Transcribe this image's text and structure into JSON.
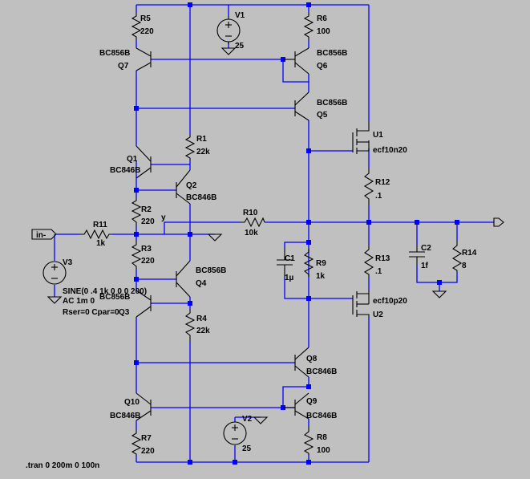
{
  "labels": {
    "R5": "R5",
    "R5v": "220",
    "V1": "V1",
    "V1v": "25",
    "R6": "R6",
    "R6v": "100",
    "Q7t": "BC856B",
    "Q7": "Q7",
    "Q6t": "BC856B",
    "Q6": "Q6",
    "Q5t": "BC856B",
    "Q5": "Q5",
    "R1": "R1",
    "R1v": "22k",
    "U1": "U1",
    "U1v": "ecf10n20",
    "Q1": "Q1",
    "Q1t": "BC846B",
    "Q2": "Q2",
    "Q2t": "BC846B",
    "R12": "R12",
    "R12v": ".1",
    "R2": "R2",
    "R2v": "220",
    "y": "y",
    "R10": "R10",
    "R10v": "10k",
    "R11": "R11",
    "R11v": "1k",
    "in": "in-",
    "R3": "R3",
    "R3v": "220",
    "C1": "C1",
    "C1v": "1µ",
    "R9": "R9",
    "R9v": "1k",
    "C2": "C2",
    "C2v": "1f",
    "R14": "R14",
    "R14v": "8",
    "R13": "R13",
    "R13v": ".1",
    "V3": "V3",
    "V3sine": "SINE(0 .4 1k 0 0 0 200)",
    "V3ac": "AC 1m 0",
    "V3ser": "Rser=0 Cpar=0",
    "Q3t": "BC856B",
    "Q3": "Q3",
    "Q4t": "BC856B",
    "Q4": "Q4",
    "U2v": "ecf10p20",
    "U2": "U2",
    "R4": "R4",
    "R4v": "22k",
    "Q8": "Q8",
    "Q8t": "BC846B",
    "Q9": "Q9",
    "Q9t": "BC846B",
    "Q10": "Q10",
    "Q10t": "BC846B",
    "V2": "V2",
    "V2v": "25",
    "R7": "R7",
    "R7v": "220",
    "R8": "R8",
    "R8v": "100",
    "tran": ".tran 0 200m 0 100n"
  },
  "colors": {
    "background": "#c0c0c0",
    "wire": "#0000ff",
    "component": "#000000"
  }
}
